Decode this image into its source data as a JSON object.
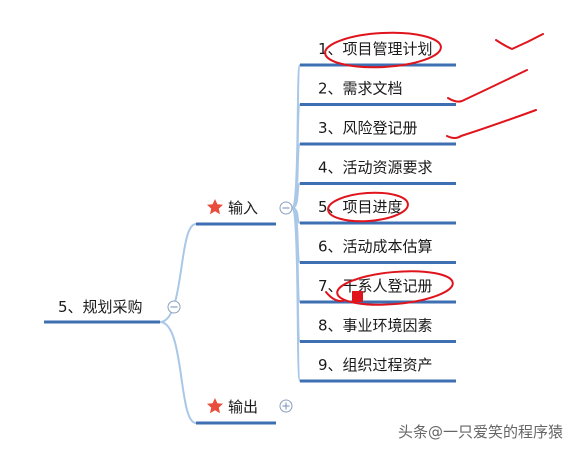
{
  "root": {
    "label": "5、规划采购"
  },
  "branches": [
    {
      "label": "输入",
      "icon": "star-icon",
      "toggle": "⊖",
      "children": [
        "1、项目管理计划",
        "2、需求文档",
        "3、风险登记册",
        "4、活动资源要求",
        "5、项目进度",
        "6、活动成本估算",
        "7、干系人登记册",
        "8、事业环境因素",
        "9、组织过程资产"
      ]
    },
    {
      "label": "输出",
      "icon": "star-icon",
      "toggle": "⊕",
      "children": []
    }
  ],
  "root_toggle": "⊖",
  "watermark": "头条@一只爱笑的程序猿",
  "colors": {
    "line": "#a9c8e8",
    "underline": "#3e6fb3",
    "star": "#e94e3c",
    "annotation": "#e0141c",
    "toggle": "#8aa0bd"
  }
}
